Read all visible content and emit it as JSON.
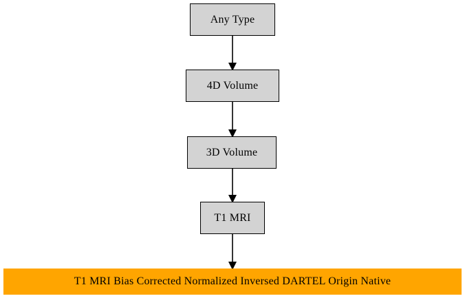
{
  "diagram": {
    "type": "flowchart",
    "orientation": "top-to-bottom",
    "title": "",
    "colors": {
      "node_fill": "#d3d3d3",
      "node_border": "#000000",
      "terminal_fill": "#ffa500",
      "edge": "#333333",
      "text": "#000000",
      "background": "#ffffff"
    },
    "nodes": [
      {
        "id": "any-type",
        "label": "Any Type",
        "shape": "box",
        "fill": "#d3d3d3"
      },
      {
        "id": "4d-volume",
        "label": "4D Volume",
        "shape": "box",
        "fill": "#d3d3d3"
      },
      {
        "id": "3d-volume",
        "label": "3D Volume",
        "shape": "box",
        "fill": "#d3d3d3"
      },
      {
        "id": "t1-mri",
        "label": "T1 MRI",
        "shape": "box",
        "fill": "#d3d3d3"
      },
      {
        "id": "terminal",
        "label": "T1 MRI Bias Corrected Normalized Inversed DARTEL Origin Native",
        "shape": "box",
        "fill": "#ffa500"
      }
    ],
    "edges": [
      {
        "from": "any-type",
        "to": "4d-volume",
        "arrow": "filled-triangle"
      },
      {
        "from": "4d-volume",
        "to": "3d-volume",
        "arrow": "filled-triangle"
      },
      {
        "from": "3d-volume",
        "to": "t1-mri",
        "arrow": "filled-triangle"
      },
      {
        "from": "t1-mri",
        "to": "terminal",
        "arrow": "filled-triangle"
      }
    ]
  }
}
